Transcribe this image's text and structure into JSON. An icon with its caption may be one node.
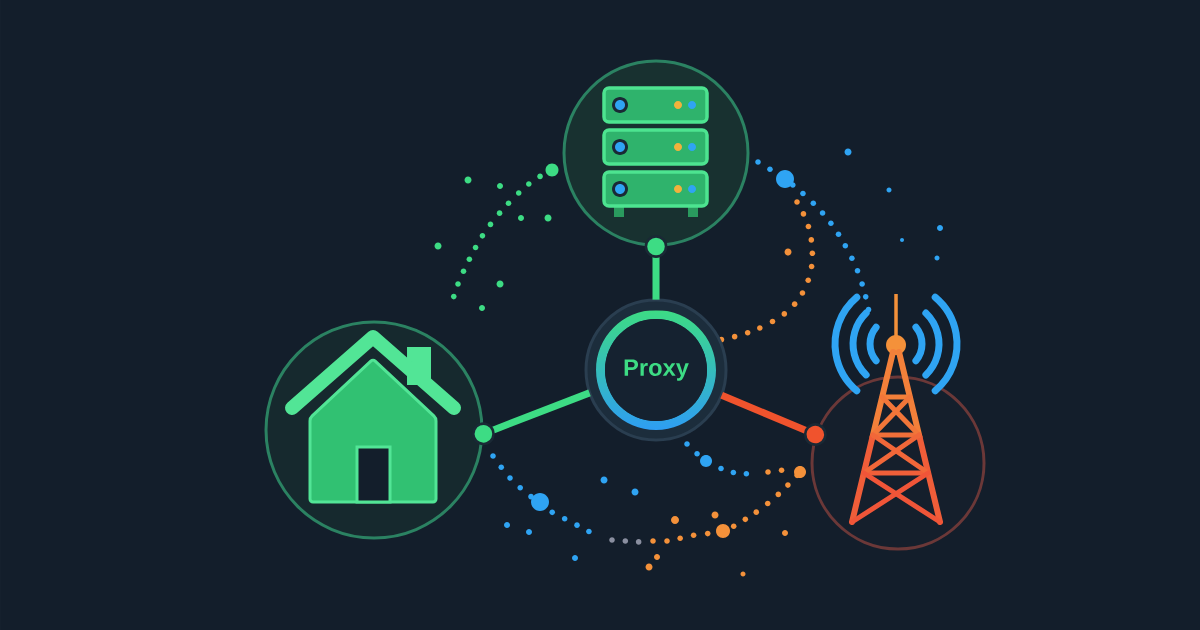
{
  "diagram": {
    "nodes": [
      {
        "text": [],
        "shape": "circle"
      },
      {
        "text": [],
        "shape": "circle"
      },
      {
        "text": [
          "Proxy"
        ]
      },
      {
        "text": [],
        "shape": "circle"
      }
    ],
    "edges": [
      {
        "from": 2,
        "to": 0,
        "arrow": "other"
      },
      {
        "from": 2,
        "to": 1,
        "arrow": "other"
      },
      {
        "from": 2,
        "to": 3,
        "arrow": "other",
        "color": "#f0532d"
      }
    ]
  }
}
